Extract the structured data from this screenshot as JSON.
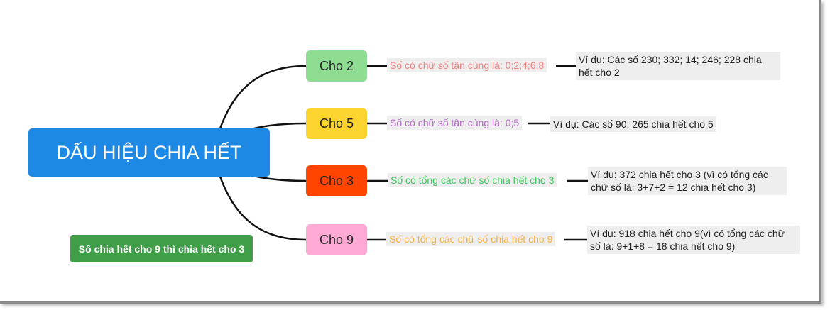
{
  "root": {
    "label": "DẤU HIỆU CHIA HẾT",
    "color": "#1e88e5"
  },
  "branches": [
    {
      "label": "Cho 2",
      "color": "#8fdc93",
      "rule": "Số có chữ số tận cùng là: 0;2;4;6;8",
      "rule_color": "#f08080",
      "example": "Ví dụ: Các số 230; 332; 14; 246; 228 chia hết cho 2"
    },
    {
      "label": "Cho 5",
      "color": "#fbd42f",
      "rule": "Số có chữ số tận cùng là: 0;5",
      "rule_color": "#b565c8",
      "example": "Ví dụ: Các số 90; 265 chia hết cho 5"
    },
    {
      "label": "Cho 3",
      "color": "#ff4500",
      "rule": "Số có tổng các chữ số chia hết cho 3",
      "rule_color": "#3cc85a",
      "example": "Ví dụ: 372 chia hết cho 3 (vì có tổng các chữ số là: 3+7+2 = 12 chia hết cho 3)"
    },
    {
      "label": "Cho 9",
      "color": "#ffaad4",
      "rule": "Số có tổng các chữ số chia hết cho 9",
      "rule_color": "#f5b042",
      "example": "Ví dụ: 918 chia hết cho 9(vì có tổng các chữ số là: 9+1+8 = 18 chia hết cho 9)"
    }
  ],
  "note": {
    "label": "Số chia hết cho 9 thì chia hết cho 3",
    "color": "#3f9e47"
  }
}
